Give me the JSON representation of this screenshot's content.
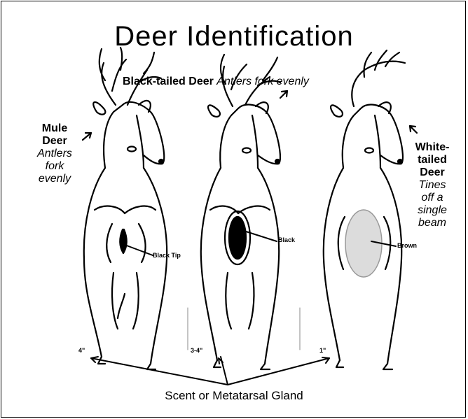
{
  "title": "Deer Identification",
  "mule": {
    "name_line1": "Mule",
    "name_line2": "Deer",
    "desc_line1": "Antlers",
    "desc_line2": "fork",
    "desc_line3": "evenly",
    "tail_label": "Black Tip",
    "gland_size": "4\""
  },
  "blacktailed": {
    "name": "Black-tailed Deer",
    "desc": "Antlers fork evenly",
    "tail_label": "Black",
    "gland_size": "3-4\""
  },
  "whitetailed": {
    "name_line1": "White-",
    "name_line2": "tailed",
    "name_line3": "Deer",
    "desc_line1": "Tines",
    "desc_line2": "off a",
    "desc_line3": "single",
    "desc_line4": "beam",
    "tail_label": "Brown",
    "gland_size": "1\""
  },
  "scent_caption": "Scent or Metatarsal Gland"
}
